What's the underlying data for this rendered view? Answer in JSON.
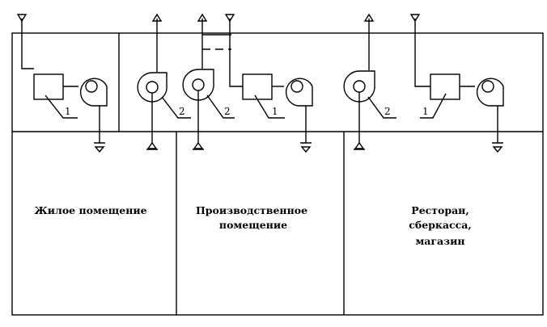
{
  "diagram": {
    "rooms": [
      {
        "id": "residential",
        "lines": [
          "Жилое помещение"
        ]
      },
      {
        "id": "industrial",
        "lines": [
          "Производственное",
          "помещение"
        ]
      },
      {
        "id": "restaurant",
        "lines": [
          "Ресторан,",
          "сберкасса,",
          "магазин"
        ]
      }
    ],
    "units": [
      {
        "id": "u1",
        "kind": "1",
        "label": "1"
      },
      {
        "id": "u2",
        "kind": "2",
        "label": "2"
      },
      {
        "id": "u3",
        "kind": "2",
        "label": "2"
      },
      {
        "id": "u4",
        "kind": "1",
        "label": "1"
      },
      {
        "id": "u5",
        "kind": "2",
        "label": "2"
      },
      {
        "id": "u6",
        "kind": "1",
        "label": "1"
      }
    ]
  }
}
